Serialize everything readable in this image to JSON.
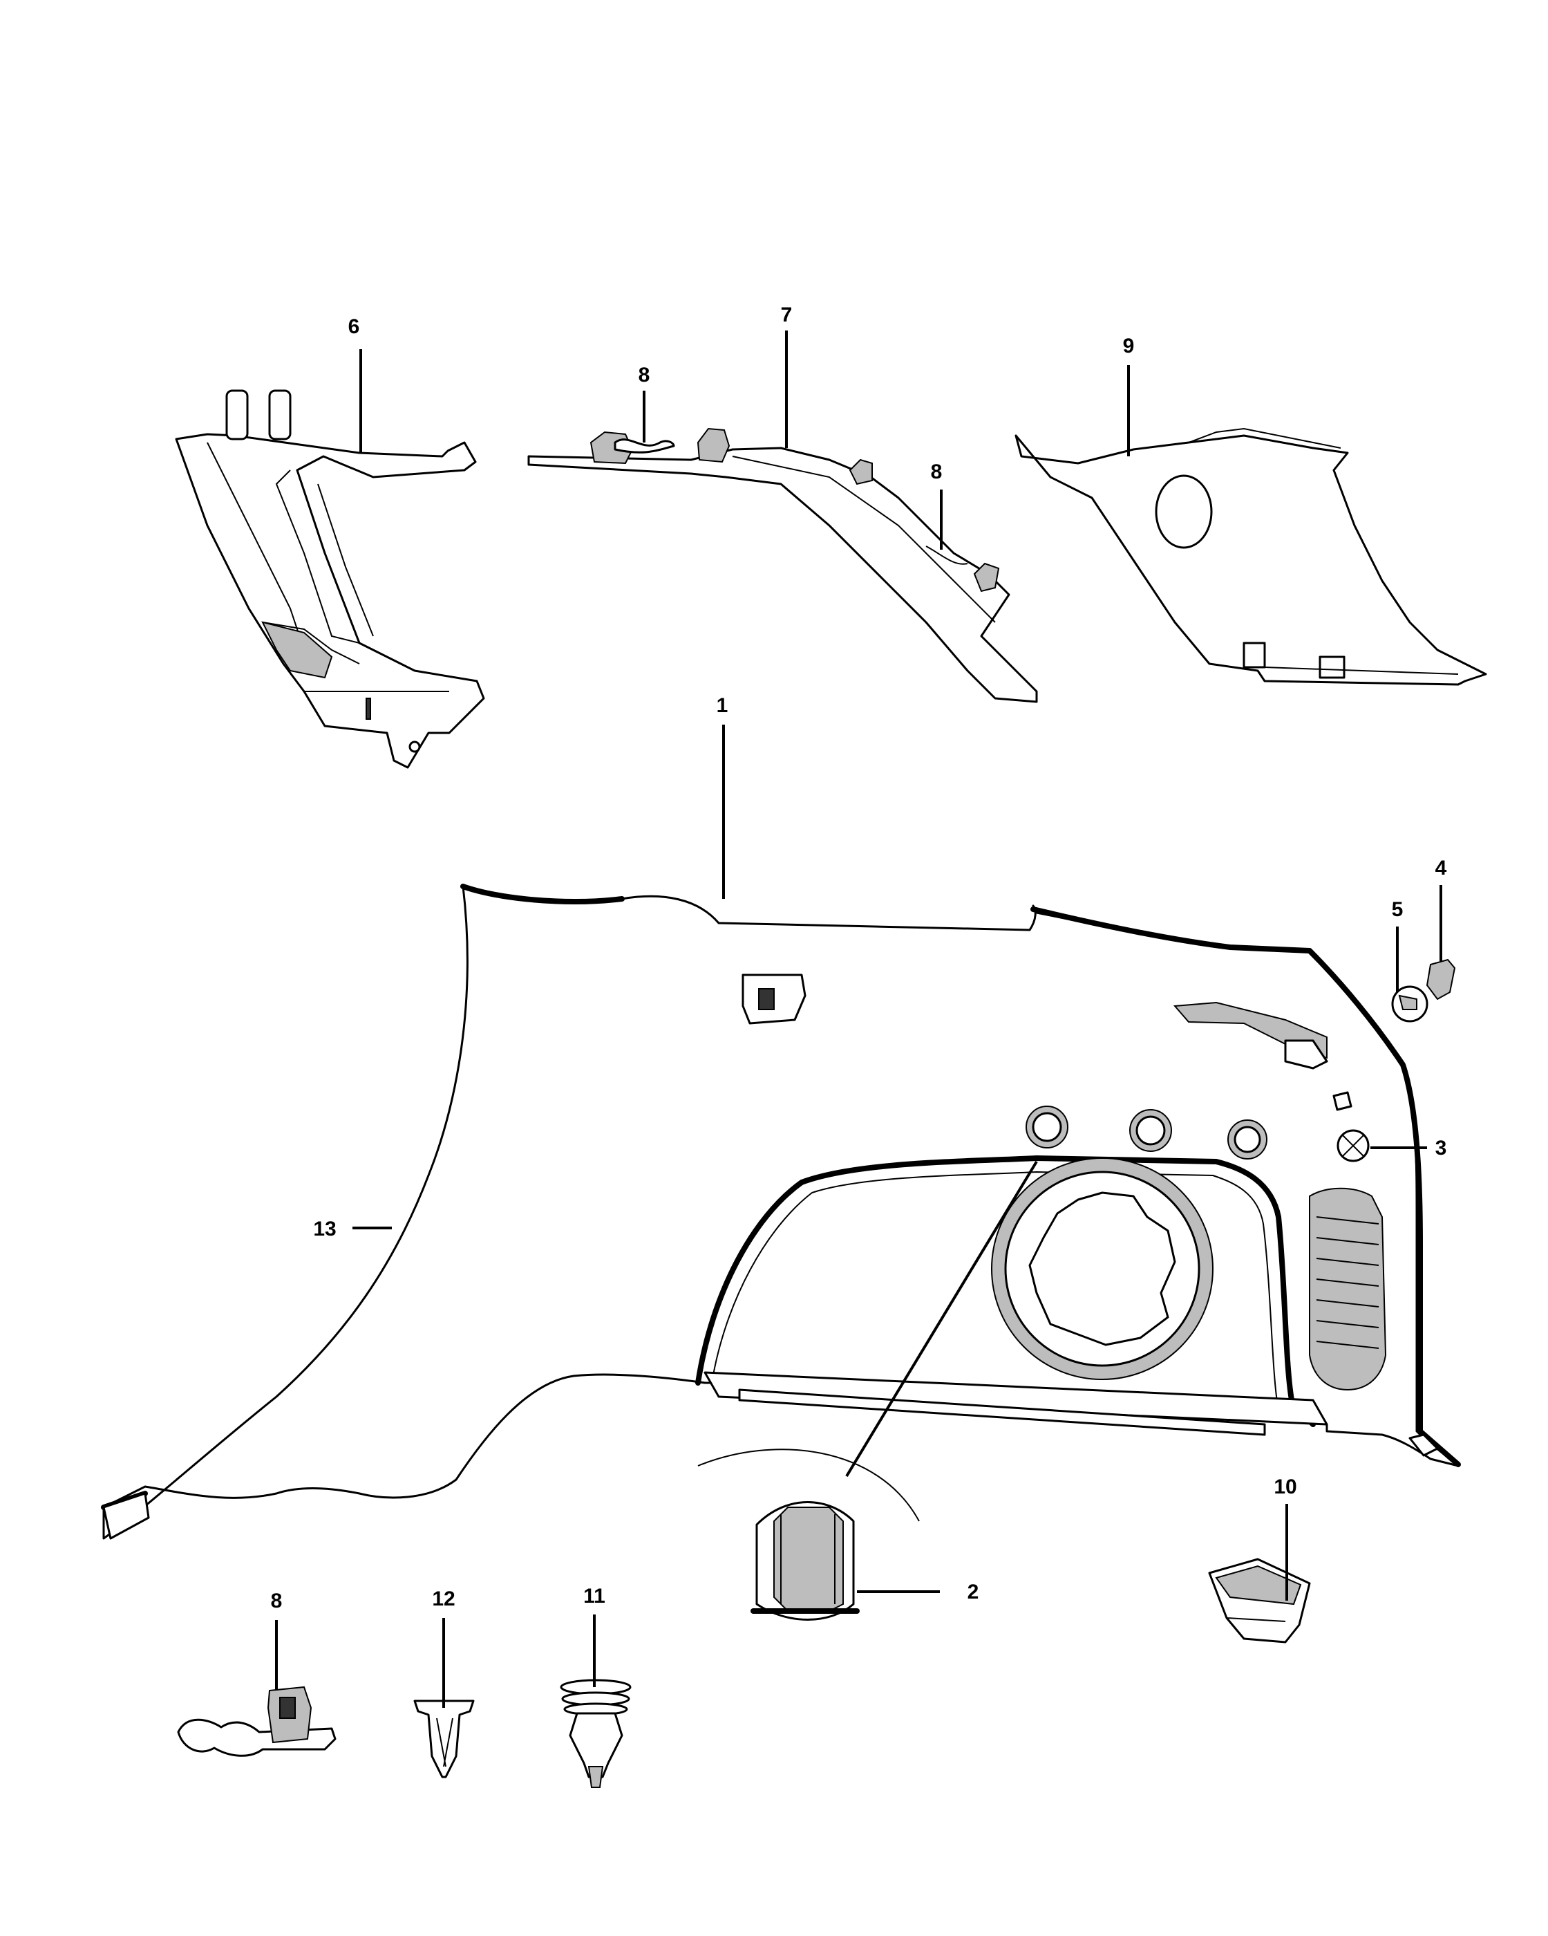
{
  "callouts": [
    {
      "id": "c6",
      "label": "6"
    },
    {
      "id": "c7",
      "label": "7"
    },
    {
      "id": "c8a",
      "label": "8"
    },
    {
      "id": "c8b",
      "label": "8"
    },
    {
      "id": "c9",
      "label": "9"
    },
    {
      "id": "c1",
      "label": "1"
    },
    {
      "id": "c4",
      "label": "4"
    },
    {
      "id": "c5",
      "label": "5"
    },
    {
      "id": "c3",
      "label": "3"
    },
    {
      "id": "c13",
      "label": "13"
    },
    {
      "id": "c10",
      "label": "10"
    },
    {
      "id": "c2",
      "label": "2"
    },
    {
      "id": "c8c",
      "label": "8"
    },
    {
      "id": "c12",
      "label": "12"
    },
    {
      "id": "c11",
      "label": "11"
    }
  ]
}
